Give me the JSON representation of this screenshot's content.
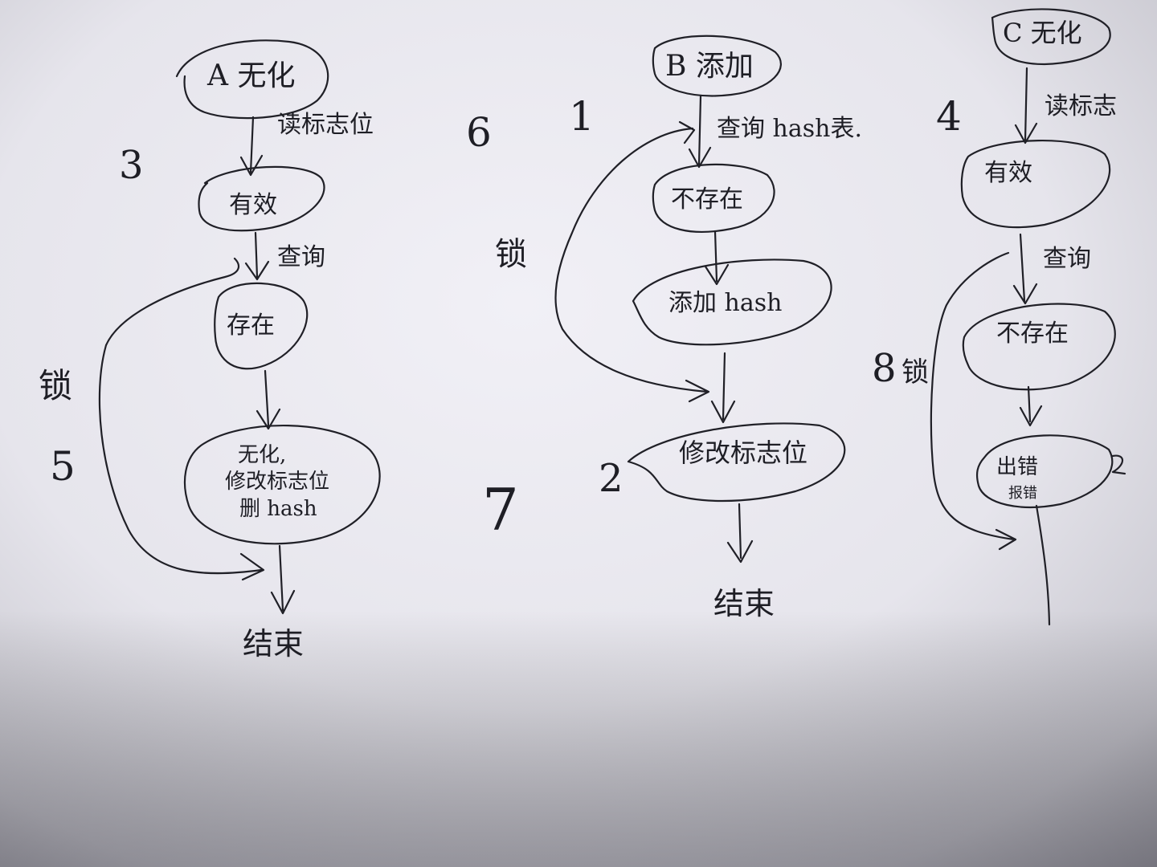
{
  "flows": {
    "a": {
      "start": "A 无化",
      "read": "读标志位",
      "valid": "有效",
      "query": "查询",
      "exists": "存在",
      "action_line1": "无化,",
      "action_line2": "修改标志位",
      "action_line3": "删 hash",
      "end": "结束",
      "lock": "锁"
    },
    "b": {
      "start": "B 添加",
      "query": "查询 hash表.",
      "not_exists": "不存在",
      "add": "添加 hash",
      "modify": "修改标志位",
      "end": "结束",
      "lock": "锁"
    },
    "c": {
      "start": "C 无化",
      "read": "读标志",
      "valid": "有效",
      "query": "查询",
      "not_exists": "不存在",
      "error_line1": "出错",
      "error_line2": "报错",
      "lock": "锁"
    }
  },
  "step_numbers": {
    "n1": "1",
    "n2": "2",
    "n3": "3",
    "n4": "4",
    "n5": "5",
    "n6": "6",
    "n7": "7",
    "n8": "8"
  },
  "colors": {
    "ink": "#202027",
    "paper_light": "#f1f0f6",
    "paper_shadow": "#8f8e96"
  }
}
